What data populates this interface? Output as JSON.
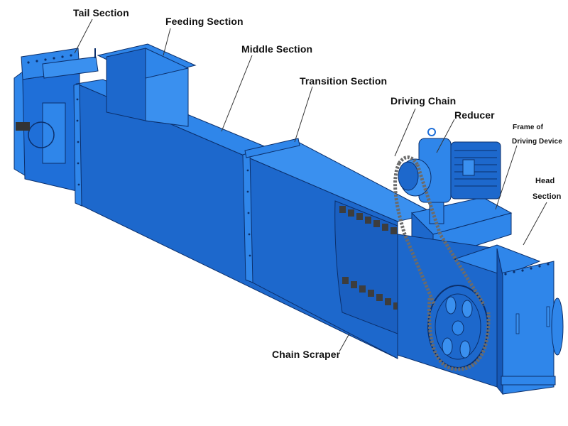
{
  "diagram": {
    "subject": "Scraper chain conveyor",
    "colors": {
      "body_light": "#2f86ea",
      "body_mid": "#1f6fd8",
      "body_dark": "#1659b8",
      "edge": "#0b2f6b",
      "chain": "#6b6b6b",
      "scraper": "#3d3d3d",
      "leader_line": "#333333",
      "label_text": "#111111"
    },
    "labels": [
      {
        "id": "tail",
        "text": "Tail Section"
      },
      {
        "id": "feeding",
        "text": "Feeding Section"
      },
      {
        "id": "middle",
        "text": "Middle Section"
      },
      {
        "id": "transition",
        "text": "Transition Section"
      },
      {
        "id": "driving_chain",
        "text": "Driving Chain"
      },
      {
        "id": "reducer",
        "text": "Reducer"
      },
      {
        "id": "frame_line1",
        "text": "Frame of"
      },
      {
        "id": "frame_line2",
        "text": "Driving Device"
      },
      {
        "id": "head_line1",
        "text": "Head"
      },
      {
        "id": "head_line2",
        "text": "Section"
      },
      {
        "id": "chain_scraper",
        "text": "Chain Scraper"
      }
    ]
  }
}
